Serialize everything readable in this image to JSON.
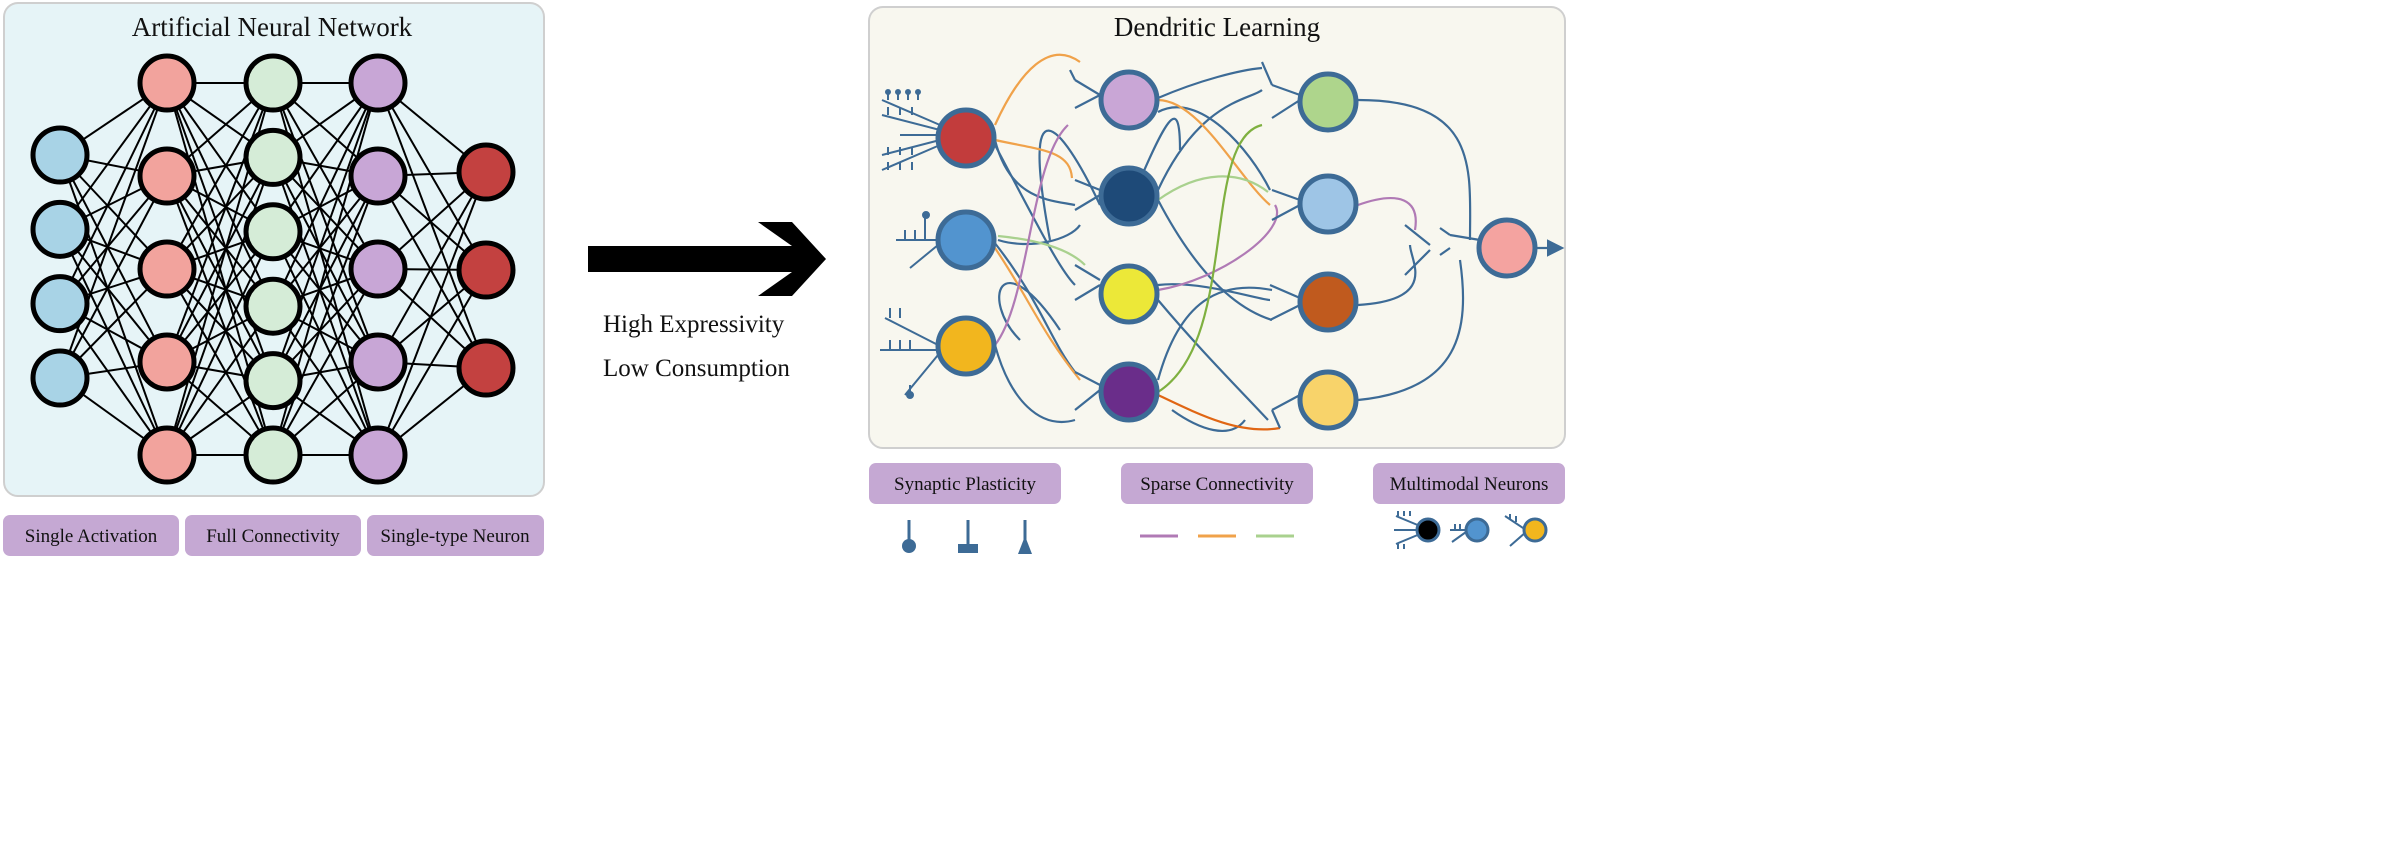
{
  "ann_panel": {
    "title": "Artificial Neural Network",
    "tags": [
      "Single Activation",
      "Full Connectivity",
      "Single-type Neuron"
    ],
    "colors": {
      "panel_bg": "#e6f4f7",
      "tag_bg": "#c5a8d3"
    },
    "layers": [
      {
        "count": 4,
        "color": "#a8d3e6"
      },
      {
        "count": 5,
        "color": "#f2a39d"
      },
      {
        "count": 6,
        "color": "#d5ecd7"
      },
      {
        "count": 5,
        "color": "#c8a6d6"
      },
      {
        "count": 3,
        "color": "#c34140"
      }
    ]
  },
  "middle": {
    "line1": "High Expressivity",
    "line2": "Low Consumption"
  },
  "dl_panel": {
    "title": "Dendritic Learning",
    "tags": [
      "Synaptic Plasticity",
      "Sparse Connectivity",
      "Multimodal Neurons"
    ],
    "colors": {
      "panel_bg": "#f8f7ef",
      "tag_bg": "#c5a8d3",
      "dendrite": "#3d6b96",
      "purple_link": "#b07ab5",
      "orange_link": "#f0a24a",
      "green_link": "#a9d18e",
      "dark_green_link": "#7fb040",
      "dark_orange_link": "#e06614"
    },
    "neurons": [
      {
        "color": "#c23c3c"
      },
      {
        "color": "#5294cf"
      },
      {
        "color": "#f2b61e"
      },
      {
        "color": "#c9a6d6"
      },
      {
        "color": "#1e4a78"
      },
      {
        "color": "#ece838"
      },
      {
        "color": "#6a2d8a"
      },
      {
        "color": "#aed58c"
      },
      {
        "color": "#9ec5e6"
      },
      {
        "color": "#c05a1e"
      },
      {
        "color": "#f8d36a"
      },
      {
        "color": "#f4a3a0"
      }
    ]
  }
}
